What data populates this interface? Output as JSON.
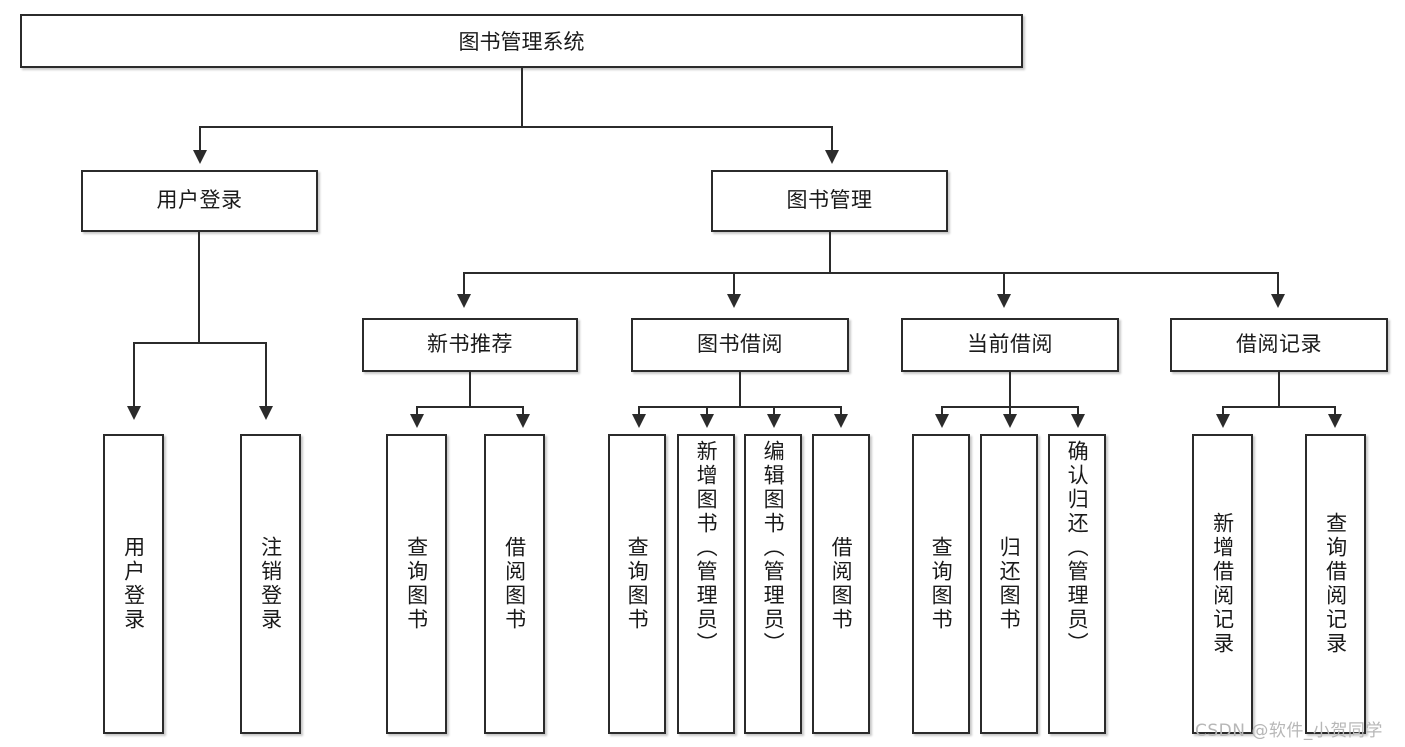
{
  "diagram": {
    "type": "tree-hierarchy",
    "title": "图书管理系统",
    "root": {
      "id": "root",
      "label": "图书管理系统"
    },
    "level2": [
      {
        "id": "user-login",
        "label": "用户登录"
      },
      {
        "id": "book-manage",
        "label": "图书管理"
      }
    ],
    "level3": [
      {
        "id": "new-book-recommend",
        "label": "新书推荐",
        "parent": "book-manage"
      },
      {
        "id": "book-borrow",
        "label": "图书借阅",
        "parent": "book-manage"
      },
      {
        "id": "current-borrow",
        "label": "当前借阅",
        "parent": "book-manage"
      },
      {
        "id": "borrow-record",
        "label": "借阅记录",
        "parent": "book-manage"
      }
    ],
    "leaves": [
      {
        "id": "leaf-user-login",
        "label": "用户登录",
        "parent": "user-login"
      },
      {
        "id": "leaf-logout-login",
        "label": "注销登录",
        "parent": "user-login"
      },
      {
        "id": "leaf-query-book-1",
        "label": "查询图书",
        "parent": "new-book-recommend"
      },
      {
        "id": "leaf-borrow-book-1",
        "label": "借阅图书",
        "parent": "new-book-recommend"
      },
      {
        "id": "leaf-query-book-2",
        "label": "查询图书",
        "parent": "book-borrow"
      },
      {
        "id": "leaf-add-book",
        "label": "新增图书（管理员）",
        "parent": "book-borrow"
      },
      {
        "id": "leaf-edit-book",
        "label": "编辑图书（管理员）",
        "parent": "book-borrow"
      },
      {
        "id": "leaf-borrow-book-2",
        "label": "借阅图书",
        "parent": "book-borrow"
      },
      {
        "id": "leaf-query-book-3",
        "label": "查询图书",
        "parent": "current-borrow"
      },
      {
        "id": "leaf-return-book",
        "label": "归还图书",
        "parent": "current-borrow"
      },
      {
        "id": "leaf-confirm-return",
        "label": "确认归还（管理员）",
        "parent": "current-borrow"
      },
      {
        "id": "leaf-add-record",
        "label": "新增借阅记录",
        "parent": "borrow-record"
      },
      {
        "id": "leaf-query-record",
        "label": "查询借阅记录",
        "parent": "borrow-record"
      }
    ]
  },
  "watermark": {
    "text": "CSDN @软件_小贺同学"
  },
  "colors": {
    "stroke": "#2b2b2b",
    "fill": "#ffffff",
    "text": "#1a1a1a",
    "watermark": "#b7b7b7"
  }
}
